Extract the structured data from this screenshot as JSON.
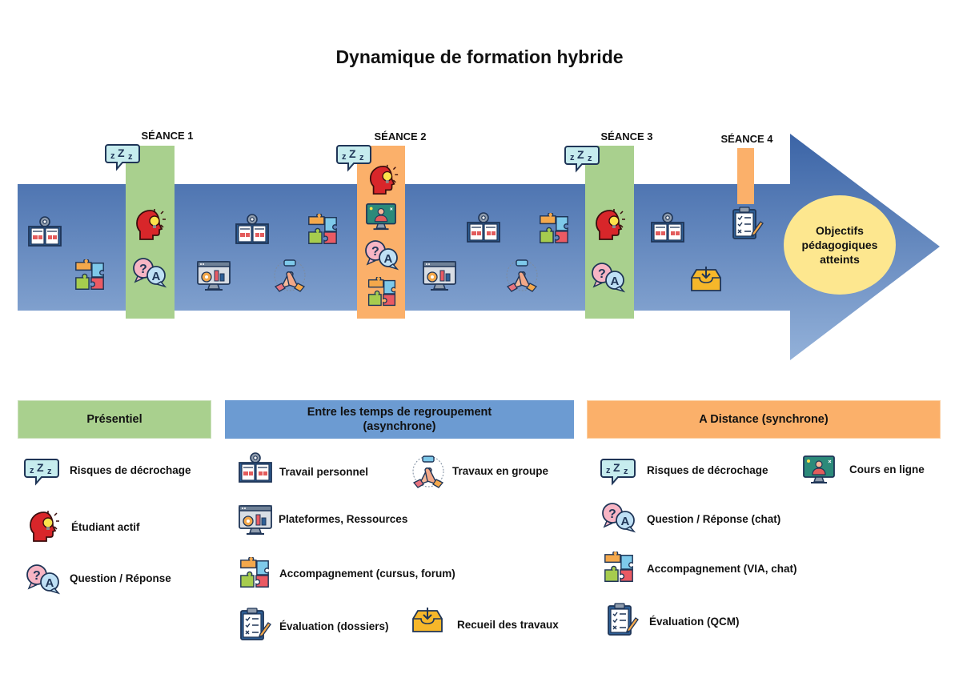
{
  "title": "Dynamique de formation hybride",
  "timeline": {
    "sessions": [
      {
        "label": "SÉANCE 1",
        "mode": "Présentiel"
      },
      {
        "label": "SÉANCE 2",
        "mode": "A Distance (synchrone)"
      },
      {
        "label": "SÉANCE 3",
        "mode": "Présentiel"
      },
      {
        "label": "SÉANCE 4",
        "mode": "A Distance (synchrone)"
      }
    ],
    "goal": {
      "line1": "Objectifs",
      "line2": "pédagogiques",
      "line3": "atteints"
    }
  },
  "legend": {
    "presentiel": {
      "header": "Présentiel",
      "items": [
        "Risques de décrochage",
        "Étudiant actif",
        "Question / Réponse"
      ]
    },
    "asynchrone": {
      "header_line1": "Entre les temps de regroupement",
      "header_line2": "(asynchrone)",
      "items": [
        "Travail personnel",
        "Travaux en groupe",
        "Plateformes, Ressources",
        "Accompagnement (cursus, forum)",
        "Évaluation (dossiers)",
        "Recueil des travaux"
      ]
    },
    "distance": {
      "header": "A Distance (synchrone)",
      "items": [
        "Risques de décrochage",
        "Cours en ligne",
        "Question / Réponse (chat)",
        "Accompagnement (VIA, chat)",
        "Évaluation (QCM)"
      ]
    }
  },
  "colors": {
    "presentiel": "#a9d08e",
    "asynchrone": "#6c9bd2",
    "distance": "#fbb06a",
    "arrow_top": "#3b64a6",
    "arrow_bottom": "#8eacd6",
    "goal_circle": "#fde78f"
  },
  "icons": [
    "zzz-icon",
    "thinking-head-icon",
    "question-answer-icon",
    "book-gear-icon",
    "puzzle-icon",
    "platform-monitor-icon",
    "teamwork-hands-icon",
    "online-course-icon",
    "checklist-icon",
    "inbox-tray-icon"
  ]
}
